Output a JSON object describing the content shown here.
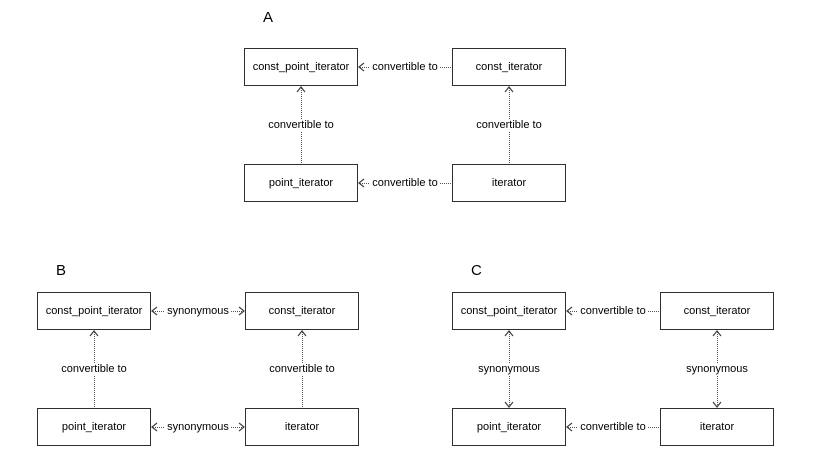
{
  "colors": {
    "background": "#ffffff",
    "line": "#555555",
    "border": "#2f2f2f",
    "text": "#000000"
  },
  "line_style": "dotted",
  "diagrams": [
    {
      "label": "A",
      "nodes": {
        "top_left": "const_point_iterator",
        "top_right": "const_iterator",
        "bottom_left": "point_iterator",
        "bottom_right": "iterator"
      },
      "horizontal_relation": {
        "label": "convertible to",
        "direction": "left"
      },
      "vertical_relation": {
        "label": "convertible to",
        "direction": "up"
      }
    },
    {
      "label": "B",
      "nodes": {
        "top_left": "const_point_iterator",
        "top_right": "const_iterator",
        "bottom_left": "point_iterator",
        "bottom_right": "iterator"
      },
      "horizontal_relation": {
        "label": "synonymous",
        "direction": "both"
      },
      "vertical_relation": {
        "label": "convertible to",
        "direction": "up"
      }
    },
    {
      "label": "C",
      "nodes": {
        "top_left": "const_point_iterator",
        "top_right": "const_iterator",
        "bottom_left": "point_iterator",
        "bottom_right": "iterator"
      },
      "horizontal_relation": {
        "label": "convertible to",
        "direction": "left"
      },
      "vertical_relation": {
        "label": "synonymous",
        "direction": "both"
      }
    }
  ]
}
